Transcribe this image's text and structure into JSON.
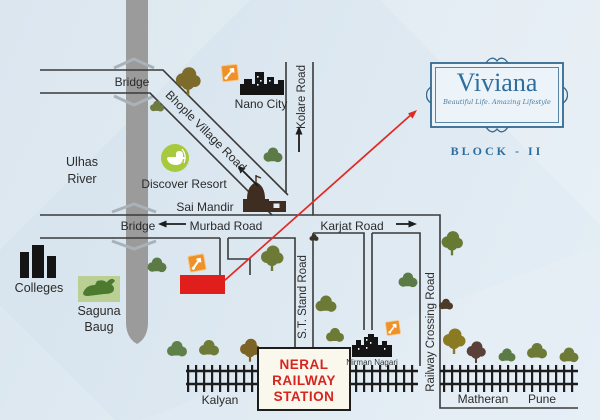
{
  "labels": {
    "bridge_top": "Bridge",
    "bridge_bottom": "Bridge",
    "bhople_village_road": "Bhople Village Road",
    "nano_city": "Nano City",
    "kolare_road": "Kolare Road",
    "ulhas_line1": "Ulhas",
    "ulhas_line2": "River",
    "discover_resort": "Discover Resort",
    "sai_mandir": "Sai Mandir",
    "murbad_road": "Murbad Road",
    "karjat_road": "Karjat Road",
    "colleges": "Colleges",
    "saguna_line1": "Saguna",
    "saguna_line2": "Baug",
    "st_stand_road": "S.T. Stand Road",
    "railway_crossing_road": "Railway Crossing Road",
    "nirman_nagari": "Nirman Nagari",
    "kalyan": "Kalyan",
    "matheran": "Matheran",
    "pune": "Pune"
  },
  "station": {
    "line1": "NERAL",
    "line2": "RAILWAY",
    "line3": "STATION"
  },
  "logo": {
    "name": "Viviana",
    "tagline": "Beautiful Life. Amazing Lifestyle",
    "block": "BLOCK - II"
  },
  "colors": {
    "site_red": "#e01f1c",
    "arrow_red": "#e02b24",
    "logo_blue": "#2e6e9e",
    "marker_orange": "#ef9129",
    "river_gray": "#9b9b9b",
    "road_line": "#3a3a3a",
    "station_text_red": "#d8241f"
  },
  "icons": {
    "tree-icon": "stylized tree blob with trunk",
    "bush-icon": "stylized round bush",
    "city-skyline-icon": "black building silhouettes",
    "temple-icon": "brown temple with dome",
    "resort-duck-icon": "white duck in green circle",
    "crocodile-park-icon": "green crocodile plaque",
    "college-buildings-icon": "black tower blocks",
    "construction-marker-icon": "orange square site marker",
    "railway-track-icon": "track with cross ties",
    "site-location-marker": "red rectangle plot",
    "direction-arrow-icon": "black road direction arrow"
  }
}
